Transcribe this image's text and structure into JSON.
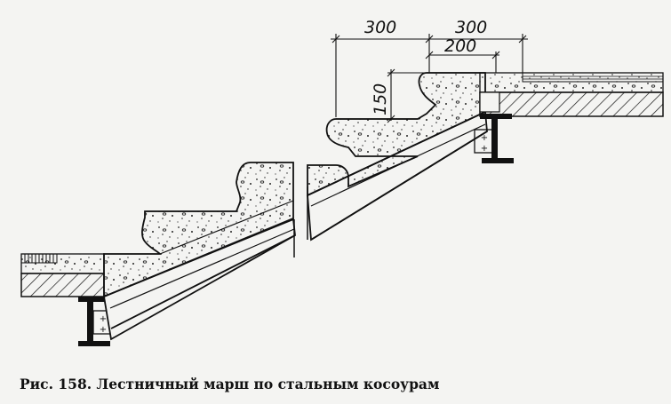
{
  "figure": {
    "caption": "Рис. 158. Лестничный марш по стальным косоурам"
  },
  "dimensions": {
    "tread_width": "300",
    "landing_offset": "300",
    "beam_projection": "200",
    "riser_height": "150"
  },
  "colors": {
    "ink": "#111111",
    "paper": "#f4f4f2",
    "concrete": "#f0efe8"
  }
}
